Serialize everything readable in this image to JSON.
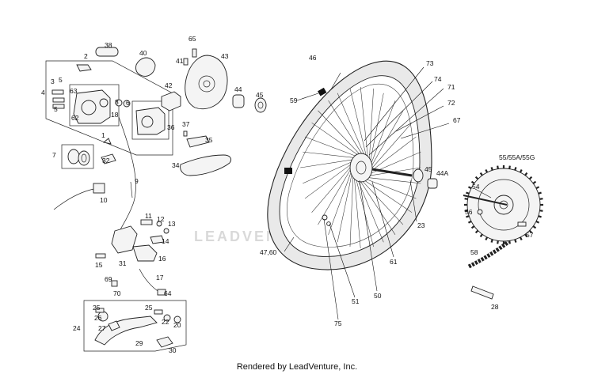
{
  "footer": "Rendered by LeadVenture, Inc.",
  "watermark": "LEADVENTURE",
  "callouts": {
    "c2": "2",
    "c3": "3",
    "c4": "4",
    "c5a": "5",
    "c5b": "5",
    "c6": "6",
    "c7": "7",
    "c8": "8",
    "c9": "9",
    "c10": "10",
    "c11": "11",
    "c12": "12",
    "c13": "13",
    "c14": "14",
    "c15": "15",
    "c16": "16",
    "c17": "17",
    "c18": "18",
    "c1": "1",
    "c20": "20",
    "c22": "22",
    "c23": "23",
    "c24": "24",
    "c25a": "25",
    "c25b": "25",
    "c26": "26",
    "c27": "27",
    "c28": "28",
    "c29": "29",
    "c30": "30",
    "c31": "31",
    "c32": "32",
    "c34": "34",
    "c35": "35",
    "c36": "36",
    "c37": "37",
    "c38": "38",
    "c40": "40",
    "c41": "41",
    "c42": "42",
    "c43": "43",
    "c44": "44",
    "c44a": "44A",
    "c45a": "45",
    "c45b": "45",
    "c46": "46",
    "c4760": "47,60",
    "c50": "50",
    "c51": "51",
    "c54": "54",
    "c5555": "55/55A/55G",
    "c56": "56",
    "c57": "57",
    "c58": "58",
    "c59": "59",
    "c61": "61",
    "c62": "62",
    "c63": "63",
    "c64": "64",
    "c65": "65",
    "c67": "67",
    "c69": "69",
    "c70": "70",
    "c71": "71",
    "c72": "72",
    "c73": "73",
    "c74": "74",
    "c75": "75"
  }
}
